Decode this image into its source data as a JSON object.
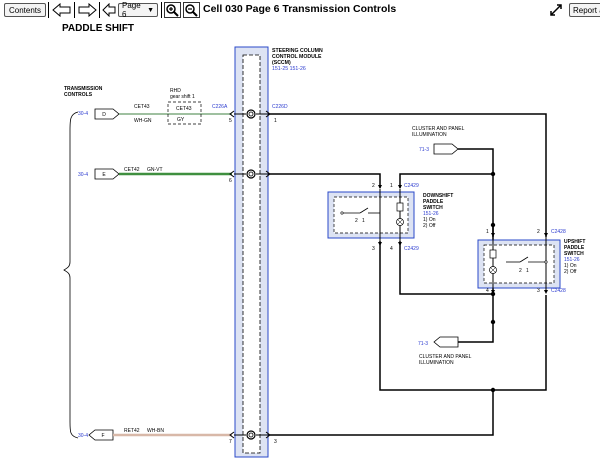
{
  "toolbar": {
    "contents_label": "Contents",
    "page_select_value": "Page 6",
    "title": "Cell 030 Page 6 Transmission Controls",
    "report_label": "Report a"
  },
  "diagram": {
    "heading": "PADDLE SHIFT",
    "sccm": {
      "line1": "STEERING COLUMN",
      "line2": "CONTROL MODULE",
      "line3": "(SCCM)",
      "refs": "151-25   151-26"
    },
    "transmission": {
      "line1": "TRANSMISSION",
      "line2": "CONTROLS"
    },
    "rhd": {
      "line1": "RHD",
      "line2": "gear shift 1"
    },
    "connectors": {
      "c226a": "C226A",
      "c226d": "C226D",
      "c2429": "C2429",
      "c2428": "C2428"
    },
    "pins": {
      "d": "D",
      "e": "E",
      "f": "F",
      "sccm_left_top": "5",
      "sccm_left_mid": "6",
      "sccm_left_bot": "7",
      "sccm_right_top": "1",
      "sccm_right_bot": "3",
      "p1": "1",
      "p2": "2",
      "p3": "3",
      "p4": "4"
    },
    "refs": {
      "r304": "30-4",
      "r713": "71-3"
    },
    "wires": {
      "w1_circuit": "CET43",
      "w1_color": "WH-GN",
      "w1_rhd_circuit": "CET43",
      "w1_rhd_color": "GY",
      "w2_circuit": "CET42",
      "w2_color": "GN-VT",
      "w3_circuit": "RET42",
      "w3_color": "WH-BN"
    },
    "cluster_top": {
      "line1": "CLUSTER AND PANEL",
      "line2": "ILLUMINATION"
    },
    "cluster_bot": {
      "line1": "CLUSTER AND PANEL",
      "line2": "ILLUMINATION"
    },
    "downshift": {
      "line1": "DOWNSHIFT",
      "line2": "PADDLE",
      "line3": "SWITCH",
      "ref": "151-26",
      "on": "1) On",
      "off": "2) Off"
    },
    "upshift": {
      "line1": "UPSHIFT",
      "line2": "PADDLE",
      "line3": "SWITCH",
      "ref": "151-26",
      "on": "1) On",
      "off": "2) Off"
    },
    "switch_pos": {
      "a": "2",
      "b": "1"
    }
  }
}
